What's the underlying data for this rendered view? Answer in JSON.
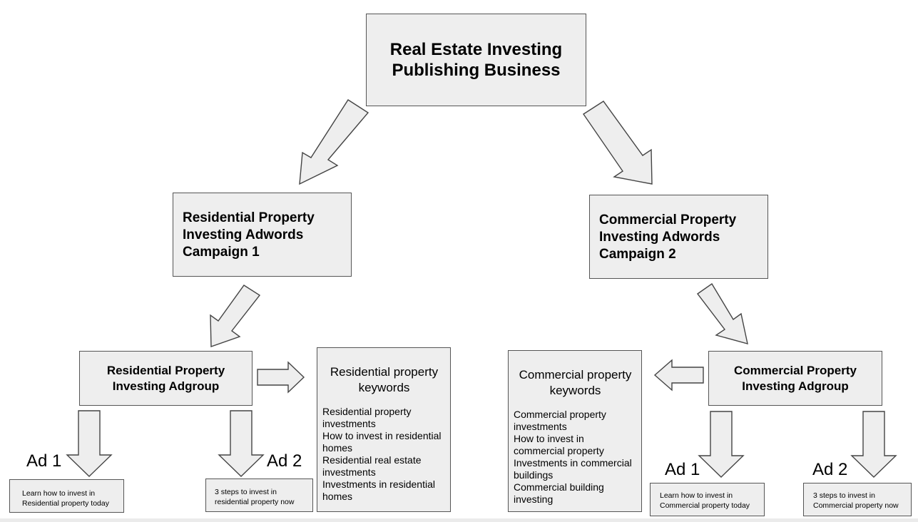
{
  "root": {
    "title_line1": "Real Estate Investing",
    "title_line2": "Publishing Business"
  },
  "campaigns": [
    {
      "line1": "Residential Property",
      "line2": "Investing Adwords",
      "line3": "Campaign 1"
    },
    {
      "line1": "Commercial Property",
      "line2": "Investing Adwords",
      "line3": "Campaign 2"
    }
  ],
  "adgroups": [
    {
      "line1": "Residential Property",
      "line2": "Investing Adgroup"
    },
    {
      "line1": "Commercial Property",
      "line2": "Investing Adgroup"
    }
  ],
  "keywords": [
    {
      "title_line1": "Residential property",
      "title_line2": "keywords",
      "items": [
        "Residential property investments",
        "How to invest in residential homes",
        "Residential real estate investments",
        "Investments in residential homes"
      ]
    },
    {
      "title_line1": "Commercial property",
      "title_line2": "keywords",
      "items": [
        "Commercial property investments",
        "How to invest in commercial property",
        "Investments in commercial buildings",
        "Commercial building investing"
      ]
    }
  ],
  "ads": [
    {
      "label": "Ad 1",
      "line1": "Learn how to invest in",
      "line2": "Residential property today"
    },
    {
      "label": "Ad 2",
      "line1": "3 steps to invest in",
      "line2": "residential property now"
    },
    {
      "label": "Ad 1",
      "line1": "Learn how to invest in",
      "line2": "Commercial  property today"
    },
    {
      "label": "Ad 2",
      "line1": "3 steps to invest in",
      "line2": "Commercial property now"
    }
  ]
}
